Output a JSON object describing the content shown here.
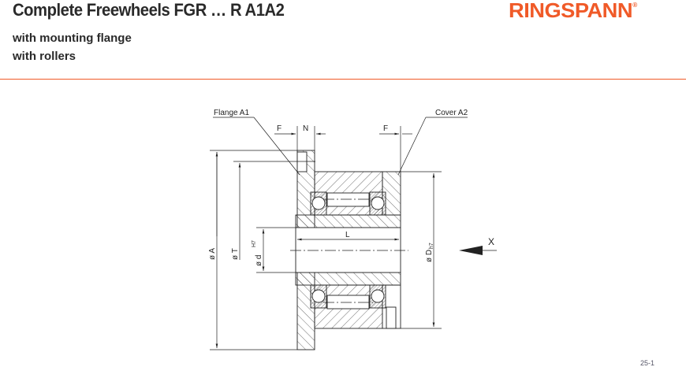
{
  "header": {
    "title": "Complete Freewheels FGR … R A1A2",
    "subtitle_lines": [
      "with mounting flange",
      "with rollers"
    ],
    "logo": "RINGSPANN",
    "logo_mark": "®",
    "accent_color": "#f05a28"
  },
  "drawing": {
    "callouts": {
      "flange": "Flange A1",
      "cover": "Cover A2"
    },
    "dimensions": {
      "F_left": "F",
      "N": "N",
      "F_right": "F",
      "A": "ø A",
      "T": "ø T",
      "d": "ø d",
      "d_tol": "H7",
      "L": "L",
      "D": "ø D",
      "D_tol": "h7",
      "view": "X"
    }
  },
  "footer": {
    "page": "25-1"
  }
}
